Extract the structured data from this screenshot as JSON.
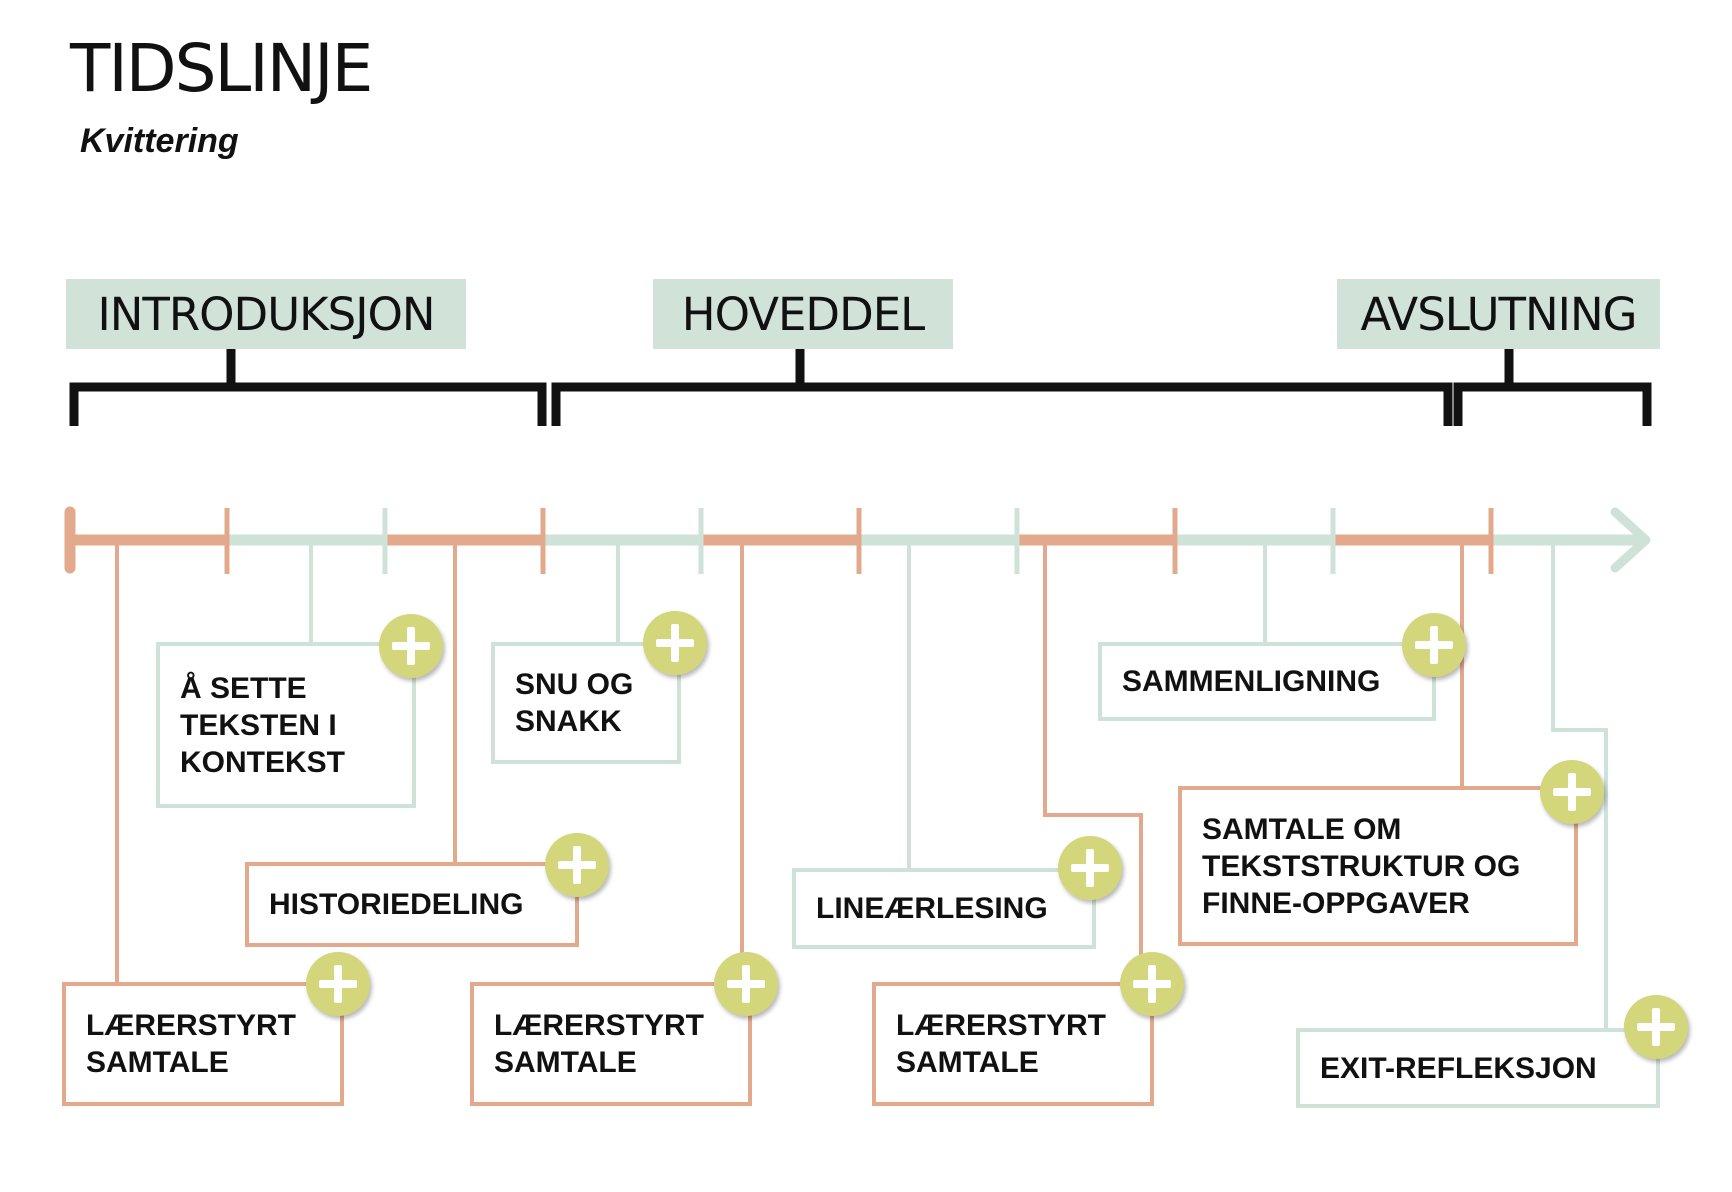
{
  "title": "TIDSLINJE",
  "subtitle": "Kvittering",
  "phases": [
    {
      "label": "INTRODUKSJON"
    },
    {
      "label": "HOVEDDEL"
    },
    {
      "label": "AVSLUTNING"
    }
  ],
  "activities": [
    {
      "label": "Å SETTE\nTEKSTEN I\nKONTEKST",
      "color": "green"
    },
    {
      "label": "SNU OG\nSNAKK",
      "color": "green"
    },
    {
      "label": "SAMMENLIGNING",
      "color": "green"
    },
    {
      "label": "HISTORIEDELING",
      "color": "orange"
    },
    {
      "label": "LINEÆRLESING",
      "color": "green"
    },
    {
      "label": "SAMTALE OM\nTEKSTSTRUKTUR OG\nFINNE-OPPGAVER",
      "color": "orange"
    },
    {
      "label": "LÆRERSTYRT\nSAMTALE",
      "color": "orange"
    },
    {
      "label": "LÆRERSTYRT\nSAMTALE",
      "color": "orange"
    },
    {
      "label": "LÆRERSTYRT\nSAMTALE",
      "color": "orange"
    },
    {
      "label": "EXIT-REFLEKSJON",
      "color": "green"
    }
  ],
  "colors": {
    "orange": "#e3a98c",
    "green": "#cfe2d7",
    "phase_bg": "#d1e3d9",
    "plus": "#d3d67a",
    "bracket": "#111111"
  },
  "icons": {
    "add": "plus-icon"
  }
}
